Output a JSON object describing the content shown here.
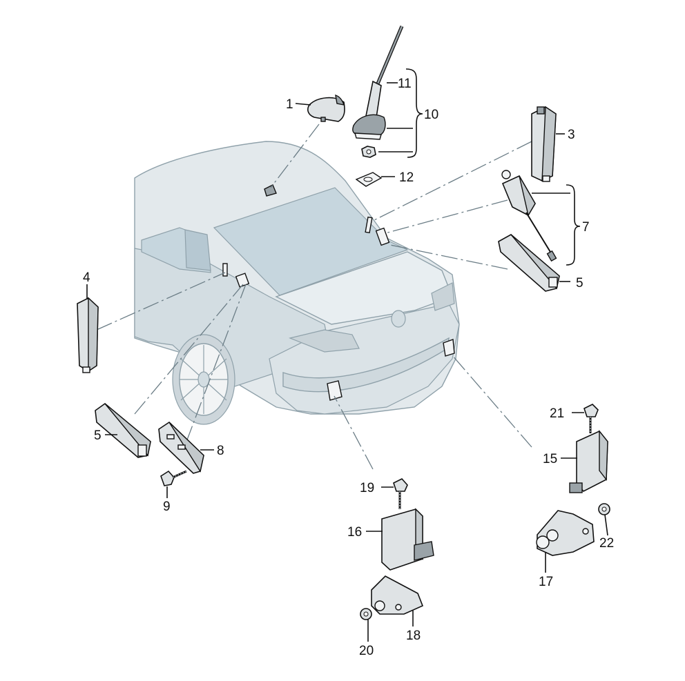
{
  "callouts": {
    "c1": "1",
    "c3": "3",
    "c4": "4",
    "c5a": "5",
    "c5b": "5",
    "c7": "7",
    "c8": "8",
    "c9": "9",
    "c10": "10",
    "c11": "11",
    "c12": "12",
    "c15": "15",
    "c16": "16",
    "c17": "17",
    "c18": "18",
    "c19": "19",
    "c20": "20",
    "c21": "21",
    "c22": "22"
  }
}
